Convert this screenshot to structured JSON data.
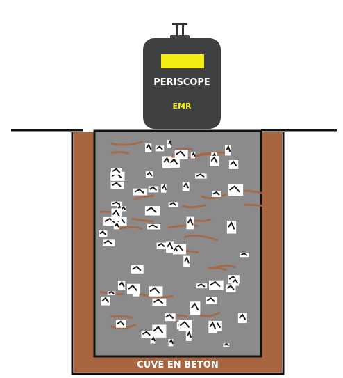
{
  "device": {
    "brand": "PERISCOPE",
    "model": "EMR",
    "display_color": "#f2ec12",
    "body_color": "#3f4042",
    "model_text_color": "#f2ec12"
  },
  "tank": {
    "label": "CUVE EN BETON",
    "wall_color": "#a8653f",
    "fill_color": "#8b8b8b",
    "outline_color": "#111111"
  },
  "ground": {
    "line_color": "#111111"
  },
  "debris": {
    "colors": [
      "#ffffff",
      "#1a1a1a",
      "#a8653f",
      "#dddddd"
    ]
  }
}
